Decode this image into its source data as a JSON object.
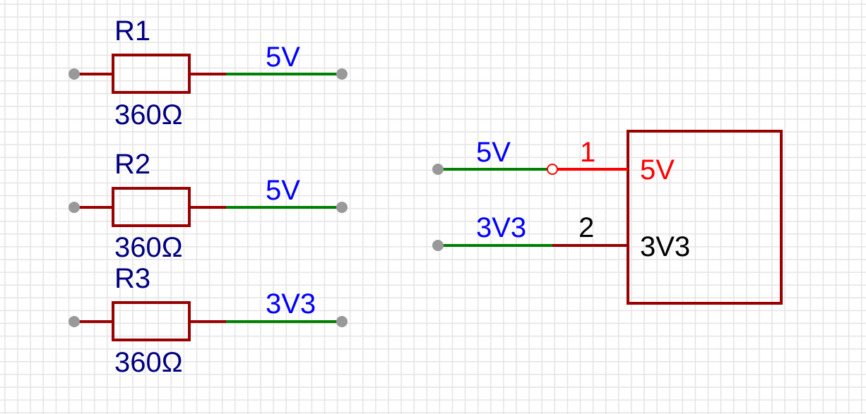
{
  "schematic": {
    "resistors": [
      {
        "designator": "R1",
        "value": "360Ω",
        "net": "5V"
      },
      {
        "designator": "R2",
        "value": "360Ω",
        "net": "5V"
      },
      {
        "designator": "R3",
        "value": "360Ω",
        "net": "3V3"
      }
    ],
    "connector": {
      "pins": [
        {
          "number": "1",
          "name": "5V",
          "net": "5V",
          "highlighted": true
        },
        {
          "number": "2",
          "name": "3V3",
          "net": "3V3",
          "highlighted": false
        }
      ]
    }
  },
  "colors": {
    "grid": "#e4e4e4",
    "component": "#990000",
    "wire": "#008000",
    "net_label": "#0000ff",
    "designator": "#00007f",
    "highlight": "#ff0000",
    "pin_end": "#999999"
  }
}
